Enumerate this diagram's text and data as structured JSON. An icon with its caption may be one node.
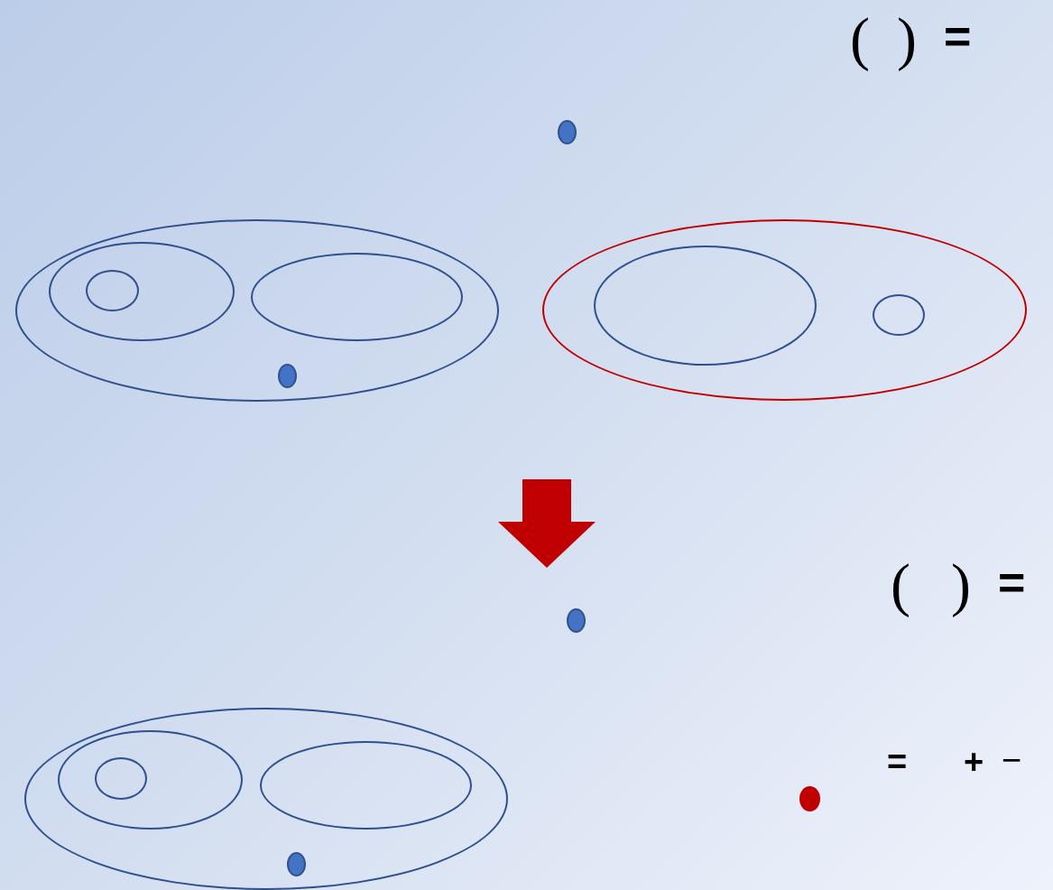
{
  "diagram": {
    "nodes": [
      {
        "text": [],
        "shape": "dot"
      },
      {
        "text": [],
        "shape": "ellipse"
      },
      {
        "text": [],
        "shape": "ellipse",
        "in": 1
      },
      {
        "text": [],
        "shape": "ellipse",
        "in": 2
      },
      {
        "text": [],
        "shape": "ellipse",
        "in": 1
      },
      {
        "text": [],
        "shape": "dot",
        "in": 1
      },
      {
        "text": [],
        "shape": "ellipse"
      },
      {
        "text": [],
        "shape": "ellipse",
        "in": 6
      },
      {
        "text": [],
        "shape": "ellipse",
        "in": 6
      },
      {
        "text": [],
        "shape": "dot"
      },
      {
        "text": [],
        "shape": "ellipse"
      },
      {
        "text": [],
        "shape": "ellipse",
        "in": 10
      },
      {
        "text": [],
        "shape": "ellipse",
        "in": 11
      },
      {
        "text": [],
        "shape": "ellipse",
        "in": 10
      },
      {
        "text": [],
        "shape": "dot",
        "in": 10
      },
      {
        "text": [],
        "shape": "dot"
      }
    ],
    "edges": [],
    "labels": [
      "(",
      ")",
      "=",
      "(",
      ")",
      "=",
      "=",
      "+",
      "−"
    ]
  }
}
